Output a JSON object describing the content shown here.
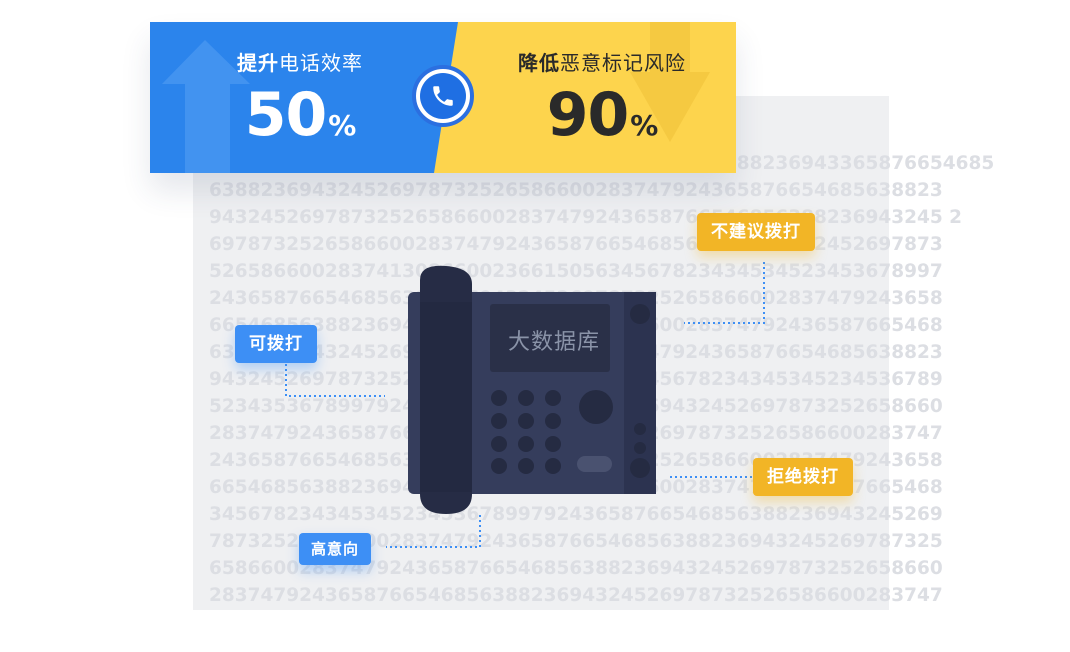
{
  "banner": {
    "left": {
      "label_bold": "提升",
      "label_rest": "电话效率",
      "value": "50",
      "unit": "%"
    },
    "right": {
      "label_bold": "降低",
      "label_rest": "恶意标记风险",
      "value": "90",
      "unit": "%"
    },
    "colors": {
      "left": "#2b84ec",
      "right": "#fdd44d"
    }
  },
  "screen_label": "大数据库",
  "tags": {
    "not_recommended": "不建议拨打",
    "dialable": "可拨打",
    "refuse": "拒绝拨打",
    "high_intent": "高意向"
  },
  "background_numbers": [
    "52697873252658660028374792436587665468563882369433658766546​85",
    "638823694324526978732526586600283747924365876654685638823",
    "943245269787325265866002837479243658766546856388236943245 2",
    "697873252658660028374792436587665468563882369432452697873",
    "526586600283741308660023661505634567823434534523453678997",
    "243658766546856388236943245269787325265866002837479243658",
    "665468563882369432452697873252658660028374792436587665468",
    "638823694324526978732526586600283747924365876654685638823",
    "943245269787325265866002837415056345678234345345234536789",
    "523435367899792436587665468563882369432452697873252658660",
    "283747924365876654685638823694324526978732526586600283747",
    "243658766546856388236943245269787325265866002837479243658",
    "665468563882369432452697873252658660028374792436587665468",
    "345678234345345234536789979243658766546856388236943245269",
    "787325265866002837479243658766546856388236943245269787325",
    "658660028374792436587665468563882369432452697873252658660",
    "283747924365876654685638823694324526978732526586600283747"
  ]
}
